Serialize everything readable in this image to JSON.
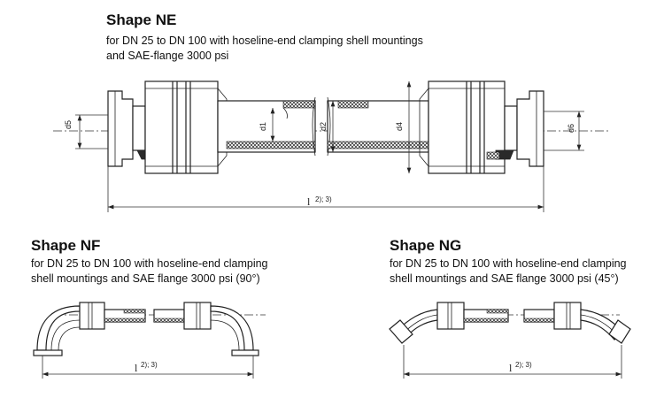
{
  "ne": {
    "title": "Shape NE",
    "line1": "for DN 25 to DN 100 with hoseline-end clamping shell mountings",
    "line2": "and SAE-flange 3000  psi",
    "dims": {
      "d5": "d5",
      "d1": "d1",
      "d2": "d2",
      "d4": "d4",
      "d6": "d6"
    },
    "length_label": "l",
    "length_note": "2); 3)"
  },
  "nf": {
    "title": "Shape NF",
    "line1": "for DN 25 to DN 100 with hoseline-end clamping",
    "line2": "shell  mountings and SAE flange 3000 psi (90°)",
    "length_label": "l",
    "length_note": "2); 3)"
  },
  "ng": {
    "title": "Shape NG",
    "line1": "for DN 25 to DN 100 with hoseline-end clamping",
    "line2": "shell mountings and SAE flange 3000 psi (45°)",
    "length_label": "l",
    "length_note": "2); 3)"
  }
}
